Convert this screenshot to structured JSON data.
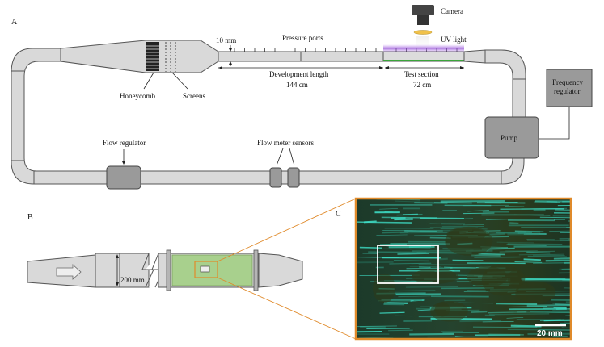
{
  "panels": {
    "a": "A",
    "b": "B",
    "c": "C"
  },
  "labels": {
    "camera": "Camera",
    "uv_light": "UV light",
    "pressure_ports": "Pressure ports",
    "ten_mm": "10 mm",
    "development_length": "Development length",
    "development_value": "144 cm",
    "test_section": "Test section",
    "test_value": "72 cm",
    "honeycomb": "Honeycomb",
    "screens": "Screens",
    "frequency_regulator_1": "Frequency",
    "frequency_regulator_2": "regulator",
    "pump": "Pump",
    "flow_regulator": "Flow regulator",
    "flow_meter_sensors": "Flow meter sensors",
    "height_200": "200 mm",
    "scale_bar": "20 mm"
  },
  "colors": {
    "pipe": "#d9d9d9",
    "component": "#9a9a9a",
    "uv": "#8a3fd1",
    "test_section_green": "#a8d08d",
    "highlight_orange": "#e08a2a",
    "flow_image_dark": "#1d2a17",
    "flow_image_cyan": "#3fe0c8"
  }
}
